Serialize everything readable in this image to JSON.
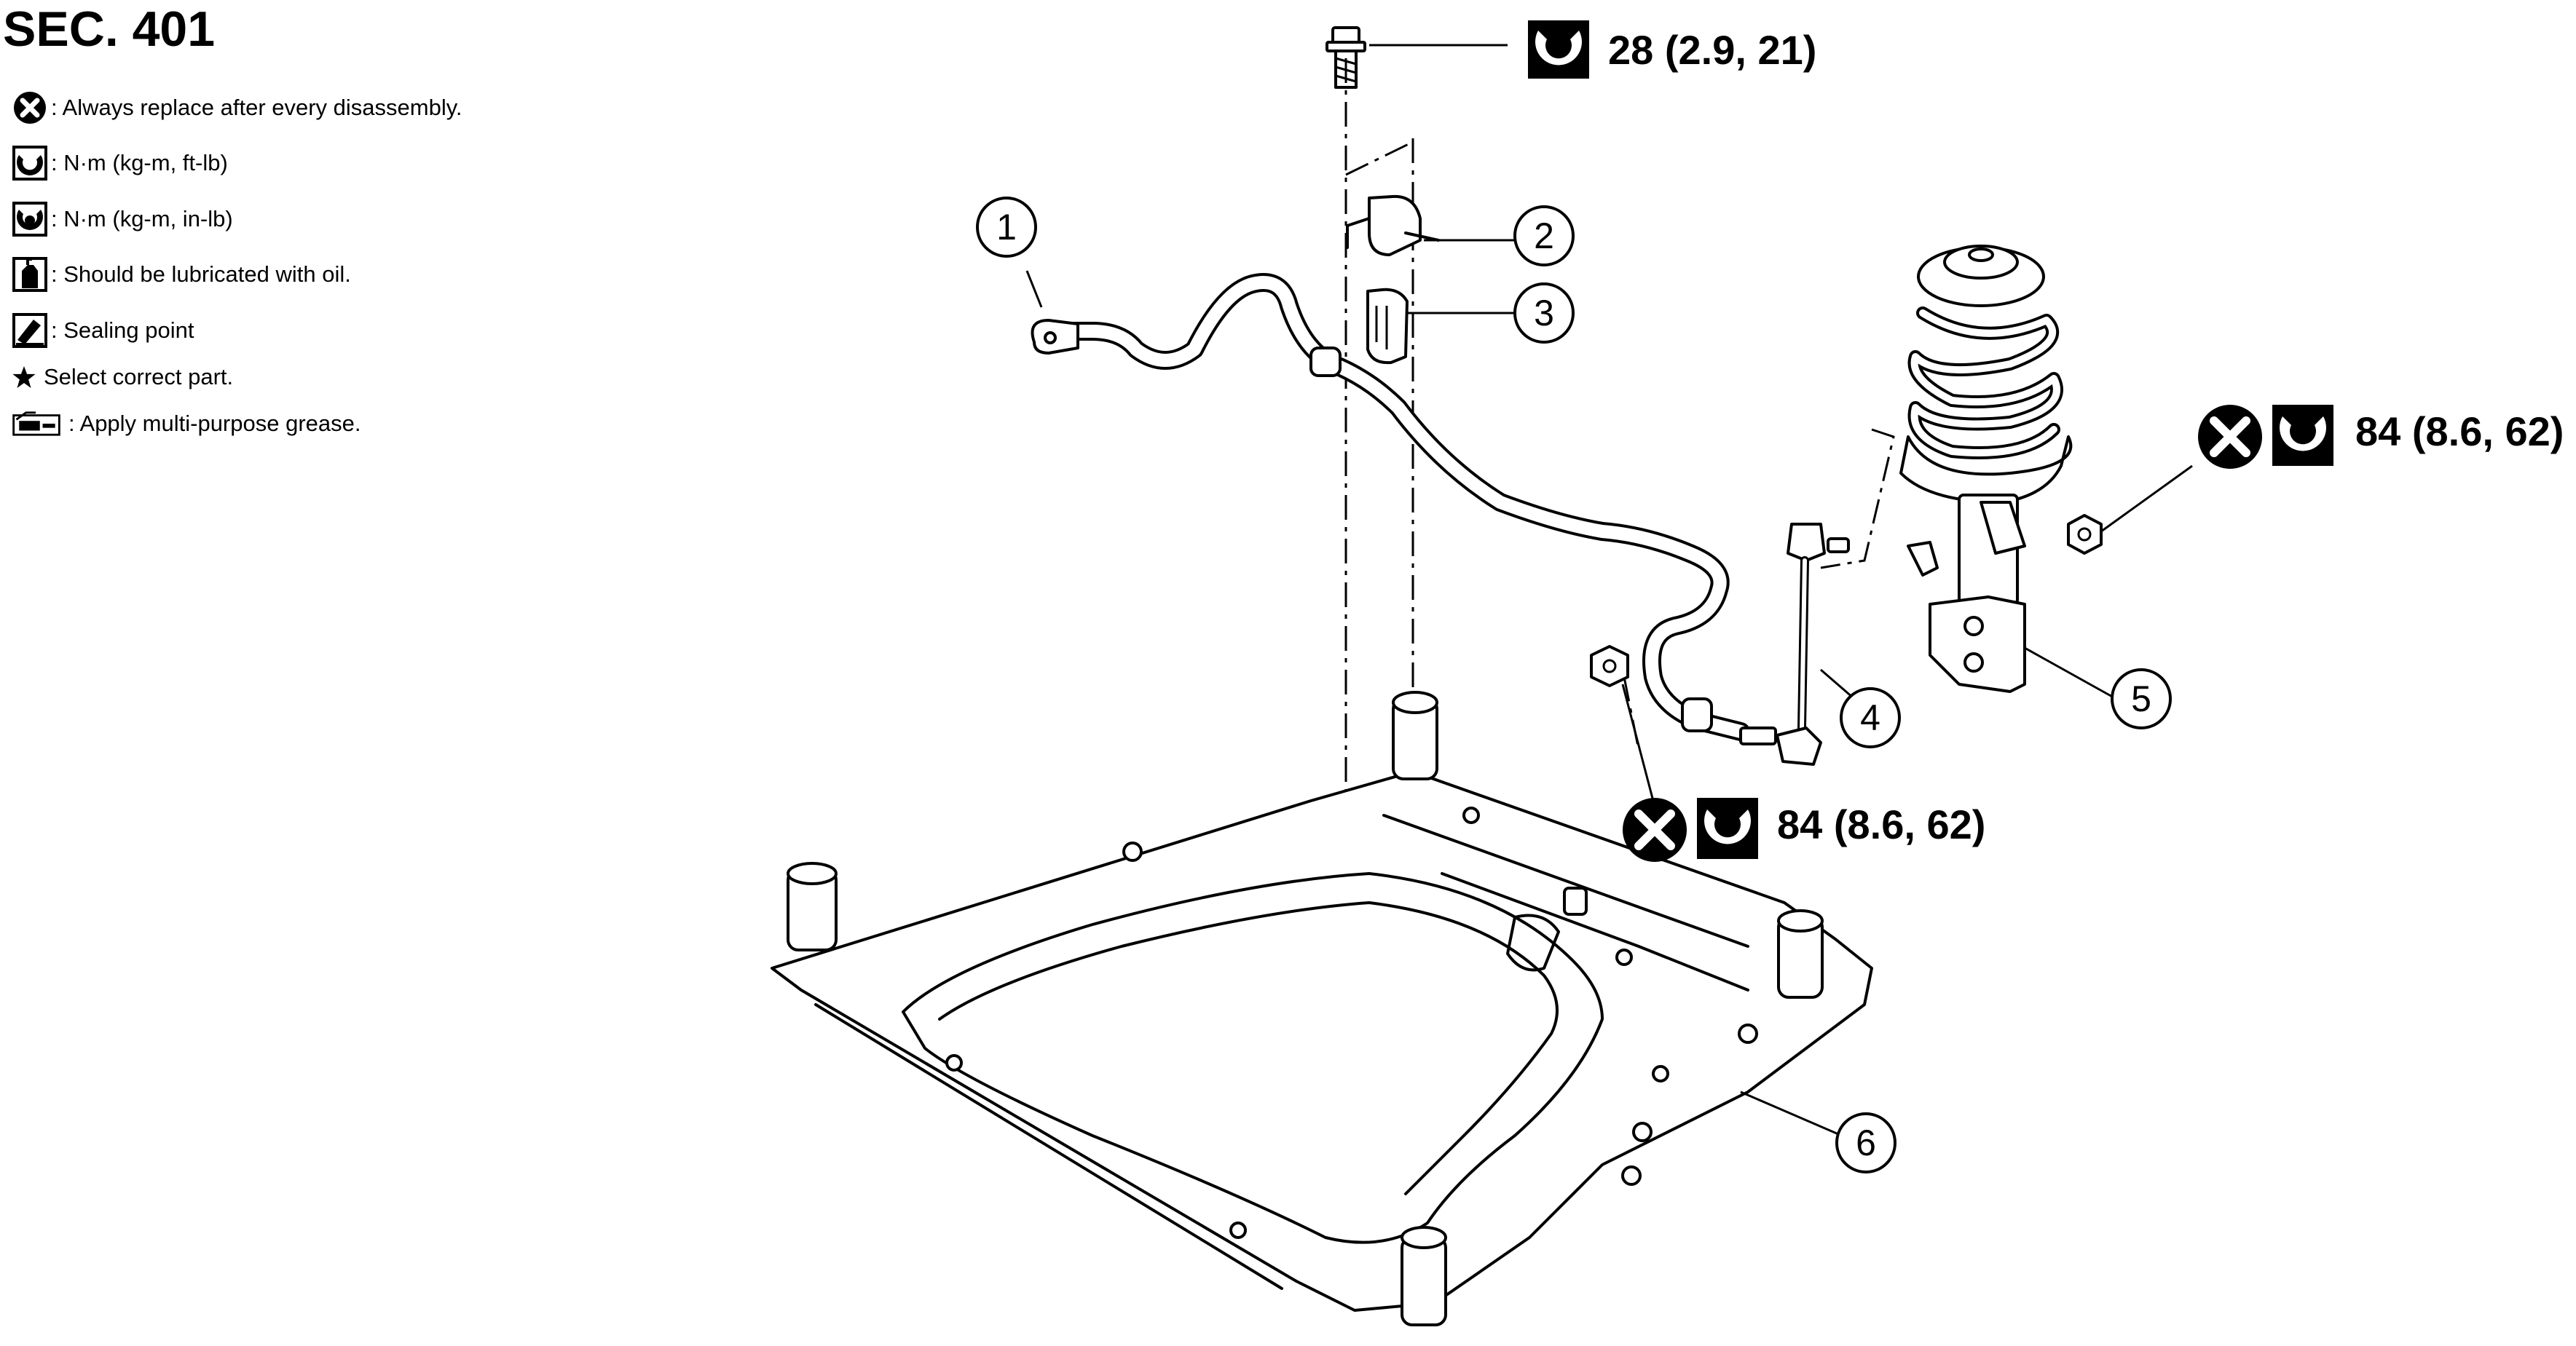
{
  "section_title": "SEC. 401",
  "legend": [
    {
      "icon": "always-replace-icon",
      "text": ": Always replace after every disassembly."
    },
    {
      "icon": "torque-nm-ftlb-icon",
      "text": ": N·m (kg-m, ft-lb)"
    },
    {
      "icon": "torque-nm-inlb-icon",
      "text": ": N·m (kg-m, in-lb)"
    },
    {
      "icon": "lubricate-oil-icon",
      "text": ": Should be lubricated with oil."
    },
    {
      "icon": "sealing-point-icon",
      "text": ": Sealing point"
    },
    {
      "icon": "star-icon",
      "text": "Select correct part."
    },
    {
      "icon": "grease-icon",
      "text": ": Apply multi-purpose grease."
    }
  ],
  "torques": {
    "top_bolt": "28 (2.9, 21)",
    "strut_nut": "84 (8.6, 62)",
    "link_nut": "84 (8.6, 62)"
  },
  "callouts": [
    "1",
    "2",
    "3",
    "4",
    "5",
    "6"
  ]
}
